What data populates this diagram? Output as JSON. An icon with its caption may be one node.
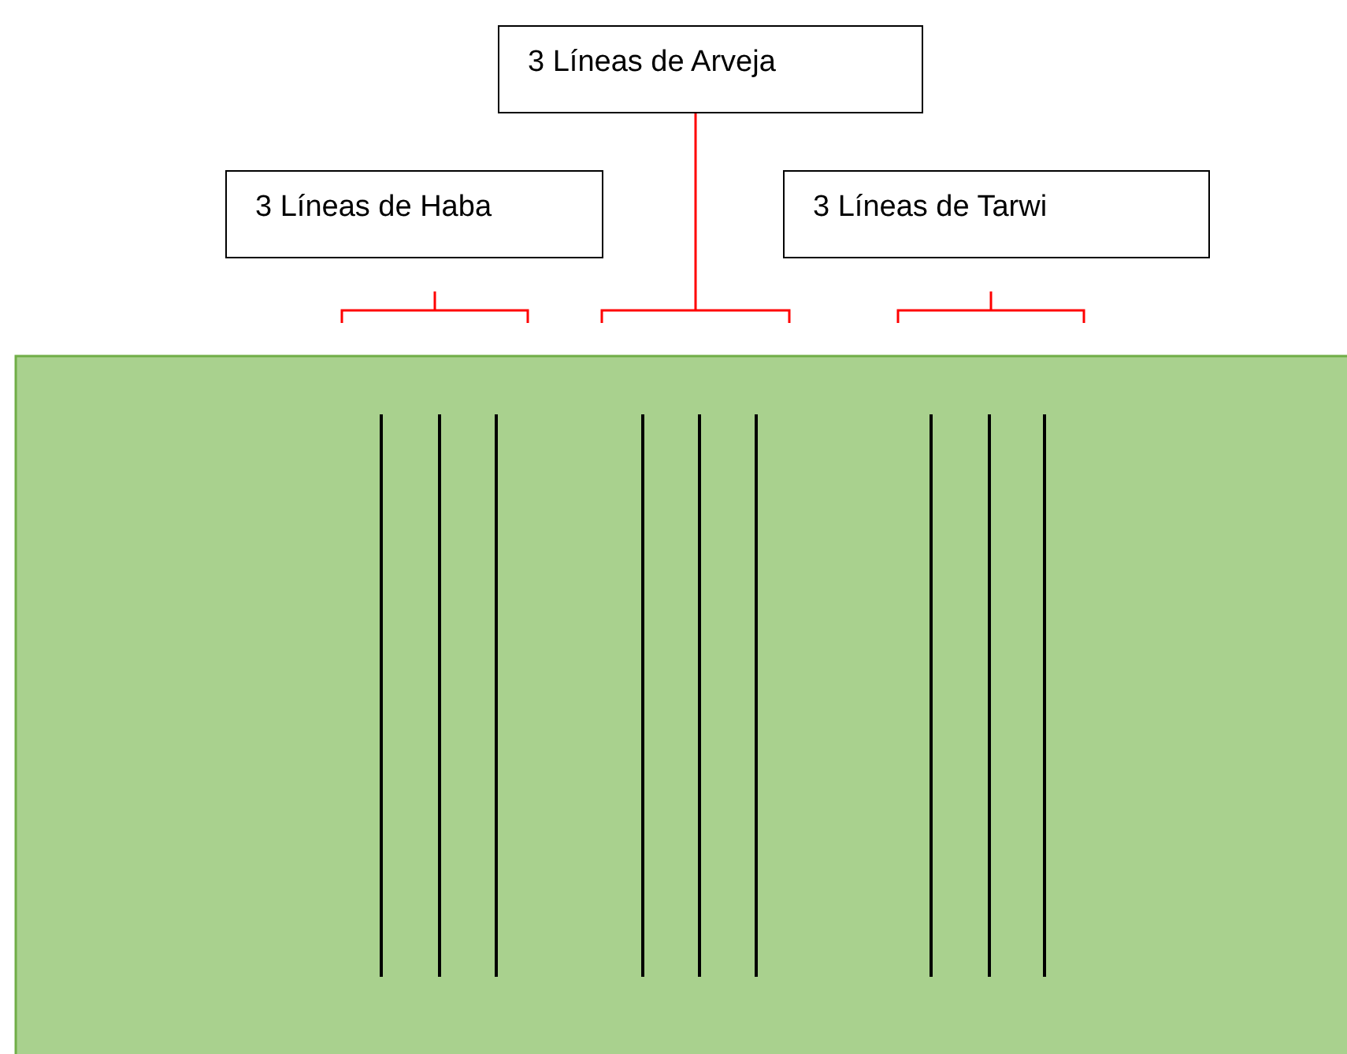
{
  "diagram": {
    "nodes": [
      {
        "text": [
          "3 Líneas de Arveja"
        ]
      },
      {
        "text": [
          "3 Líneas de Haba"
        ]
      },
      {
        "text": [
          "3 Líneas de Tarwi"
        ]
      },
      {
        "text": [],
        "shape": "bracket"
      },
      {
        "text": [],
        "shape": "bracket"
      },
      {
        "text": [],
        "shape": "bracket"
      }
    ],
    "edges": [
      {
        "from": 0,
        "to": 4,
        "arrow": "none"
      }
    ]
  }
}
